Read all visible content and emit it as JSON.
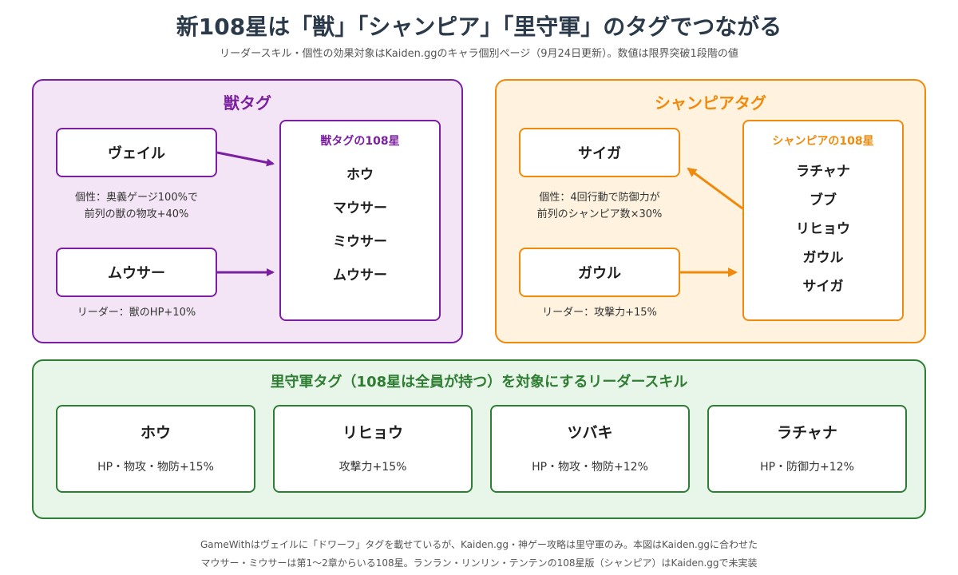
{
  "title": "新108星は「獣」「シャンピア」「里守軍」のタグでつながる",
  "subtitle": "リーダースキル・個性の効果対象はKaiden.ggのキャラ個別ページ（9月24日更新）。数値は限界突破1段階の値",
  "beast": {
    "title": "獣タグ",
    "veil": {
      "name": "ヴェイル",
      "note_1": "個性：奥義ゲージ100%で",
      "note_2": "前列の獣の物攻+40%"
    },
    "muusa": {
      "name": "ムウサー",
      "note": "リーダー：獣のHP+10%"
    },
    "list_title": "獣タグの108星",
    "list": [
      "ホウ",
      "マウサー",
      "ミウサー",
      "ムウサー"
    ],
    "color": "#7b1fa2"
  },
  "shampia": {
    "title": "シャンピアタグ",
    "saiga": {
      "name": "サイガ",
      "note_1": "個性：4回行動で防御力が",
      "note_2": "前列のシャンピア数×30%"
    },
    "gaul": {
      "name": "ガウル",
      "note": "リーダー：攻撃力+15%"
    },
    "list_title": "シャンピアの108星",
    "list": [
      "ラチャナ",
      "ブブ",
      "リヒョウ",
      "ガウル",
      "サイガ"
    ],
    "color": "#ef8a0c"
  },
  "satomori": {
    "title": "里守軍タグ（108星は全員が持つ）を対象にするリーダースキル",
    "cards": [
      {
        "name": "ホウ",
        "skill": "HP・物攻・物防+15%"
      },
      {
        "name": "リヒョウ",
        "skill": "攻撃力+15%"
      },
      {
        "name": "ツバキ",
        "skill": "HP・物攻・物防+12%"
      },
      {
        "name": "ラチャナ",
        "skill": "HP・防御力+12%"
      }
    ],
    "color": "#2e7d32"
  },
  "footer": {
    "line_1": "GameWithはヴェイルに「ドワーフ」タグを載せているが、Kaiden.gg・神ゲー攻略は里守軍のみ。本図はKaiden.ggに合わせた",
    "line_2": "マウサー・ミウサーは第1〜2章からいる108星。ランラン・リンリン・テンテンの108星版（シャンピア）はKaiden.ggで未実装"
  }
}
